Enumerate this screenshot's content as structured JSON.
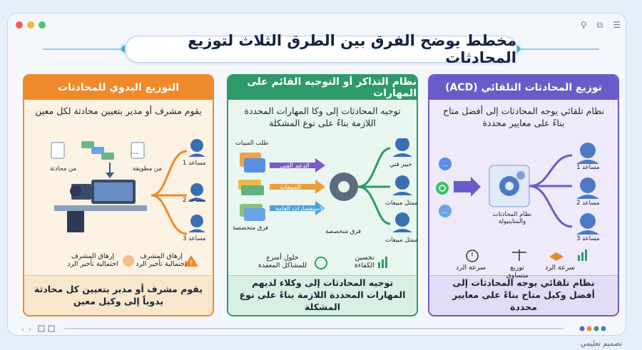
{
  "title": "مخطط يوضح الفرق بين الطرق الثلاث لتوزيع المحادثات",
  "colors": {
    "acd": "#6a5cc8",
    "skills": "#2e9a6a",
    "manual": "#ef8a2a"
  },
  "columns": {
    "acd": {
      "header": "توزيع المحادثات التلقائي (ACD)",
      "description": "نظام تلقائي يوجه المحادثات إلى أفضل متاح بناءً على معايير محددة",
      "system_label": "نظام المحادثات والمتاينيولة",
      "agents": [
        "مساعد 1",
        "مساعد 2",
        "مساعد 3"
      ],
      "benefits": [
        "سرعة الرد",
        "توزيع متساوي",
        "سرعة الرد"
      ],
      "footer": "نظام تلقائي يوجه المحادثات إلى أفضل وكيل متاح بناءً على معايير محددة"
    },
    "skills": {
      "header": "نظام التذاكر أو التوجيه القائم على المهارات",
      "description": "توجيه المحادثات إلى وكا المهارات المحددة اللازمة بناءً على نوع المشكلة",
      "request_label": "طلب المبيات",
      "categories": [
        "الدعم الفني",
        "المبيعات",
        "الاستفسارات العامة"
      ],
      "left_label": "فرق متخصصة",
      "center_label": "فرق متخصصة",
      "agents": [
        "خبير فني",
        "ممثل مبيعات",
        "ممثل مبيعات"
      ],
      "benefits": [
        "حلول أسرع للمشاكل المعقدة",
        "تحسين الكفاءة"
      ],
      "footer": "توجيه المحادثات إلى وكلاء لديهم المهارات المحددة اللازمة بناءً على نوع المشكلة"
    },
    "manual": {
      "header": "التوزيع اليدوي للمحادثات",
      "description": "يقوم مشرف أو مدير بتعيين محادثة لكل معين",
      "queue_label_1": "من محادثة",
      "queue_label_2": "من مطويقة",
      "agents": [
        "مساعد 1",
        "مساعد 2",
        "مساعد 3"
      ],
      "issues": [
        "إرهاق المشرف احتمالية تأخير الرد",
        "إرهاق المشرف احتمالية تأخير الرد"
      ],
      "footer": "يقوم مشرف أو مدير بتعيين كل محادثة يدوياً إلى وكيل معين"
    }
  },
  "credit": "تصميم تعليمي"
}
